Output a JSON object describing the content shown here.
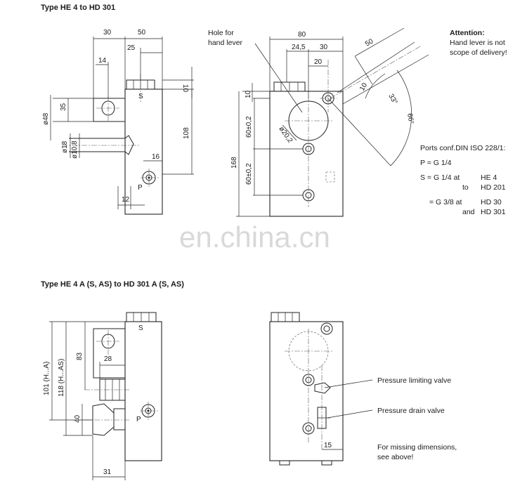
{
  "titles": {
    "top": "Type HE 4 to  HD 301",
    "bottom": "Type HE 4 A (S, AS)  to  HD 301 A (S, AS)"
  },
  "notes": {
    "hole_line1": "Hole for",
    "hole_line2": "hand lever",
    "attention_title": "Attention:",
    "attention_line1": "Hand lever is not",
    "attention_line2": "scope of delivery!",
    "ports_title": "Ports conf.DIN ISO 228/1:",
    "port_p": "P = G 1/4",
    "port_s1_a": "S = G 1/4  at",
    "port_s1_b": "HE 4",
    "port_s1_c": "to",
    "port_s1_d": "HD 201",
    "port_s2_a": "= G 3/8  at",
    "port_s2_b": "HD 30",
    "port_s2_c": "and",
    "port_s2_d": "HD 301",
    "pressure_limiting": "Pressure limiting valve",
    "pressure_drain": "Pressure drain valve",
    "missing_line1": "For missing dimensions,",
    "missing_line2": "see above!"
  },
  "dims": {
    "d30": "30",
    "d50": "50",
    "d25": "25",
    "d14": "14",
    "d10": "10",
    "d35": "35",
    "d48": "ø48",
    "d18": "ø18",
    "d108s": "ø10,8",
    "d108": "108",
    "d16": "16",
    "d12": "12",
    "d80": "80",
    "d245": "24,5",
    "d30b": "30",
    "d20": "20",
    "d10b": "10",
    "d60a": "60±0,2",
    "d60b": "60±0,2",
    "d168": "168",
    "d202": "ø20,2",
    "d50b": "50",
    "d10c": "10",
    "d33": "33°",
    "d66": "66°",
    "d83": "83",
    "d28": "28",
    "d101": "101 (H...A)",
    "d118": "118 (H...AS)",
    "d40": "40",
    "d31": "31",
    "d15": "15"
  },
  "labels": {
    "s": "S",
    "p": "P"
  },
  "watermark": "en.china.cn"
}
